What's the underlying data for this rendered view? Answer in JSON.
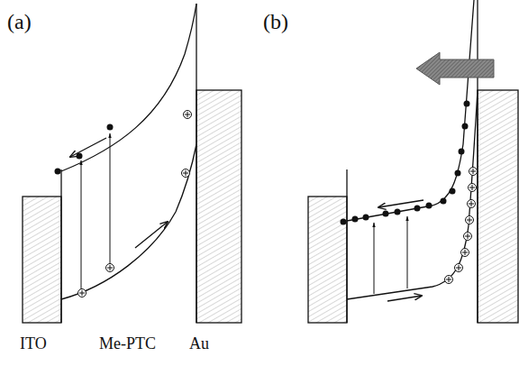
{
  "diagram": {
    "labels": [
      "(a)",
      "(b)",
      "ITO",
      "Me-PTC",
      "Au"
    ]
  }
}
